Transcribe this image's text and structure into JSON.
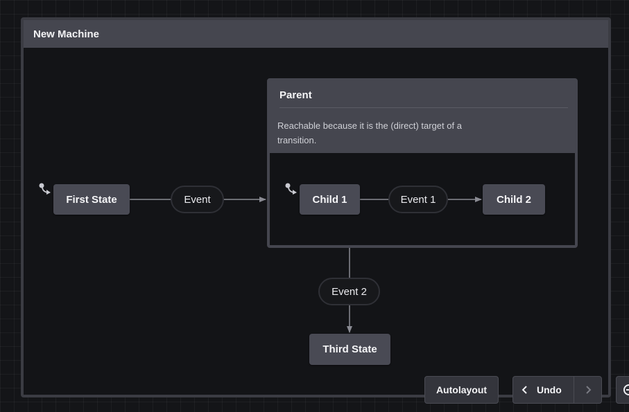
{
  "machine": {
    "title": "New Machine"
  },
  "states": {
    "first": "First State",
    "child1": "Child 1",
    "child2": "Child 2",
    "third": "Third State"
  },
  "parent": {
    "title": "Parent",
    "description": "Reachable because it is the (direct) target of a transition."
  },
  "events": {
    "event": "Event",
    "event1": "Event 1",
    "event2": "Event 2"
  },
  "toolbar": {
    "autolayout": "Autolayout",
    "undo": "Undo"
  },
  "icons": {
    "initial_state": "initial-state-arrow-icon",
    "undo": "chevron-left-icon",
    "redo": "chevron-right-icon",
    "zoom": "zoom-out-icon"
  },
  "colors": {
    "canvas": "#141518",
    "node": "#494a54",
    "header": "#45464f",
    "edge": "#8a8b93"
  }
}
